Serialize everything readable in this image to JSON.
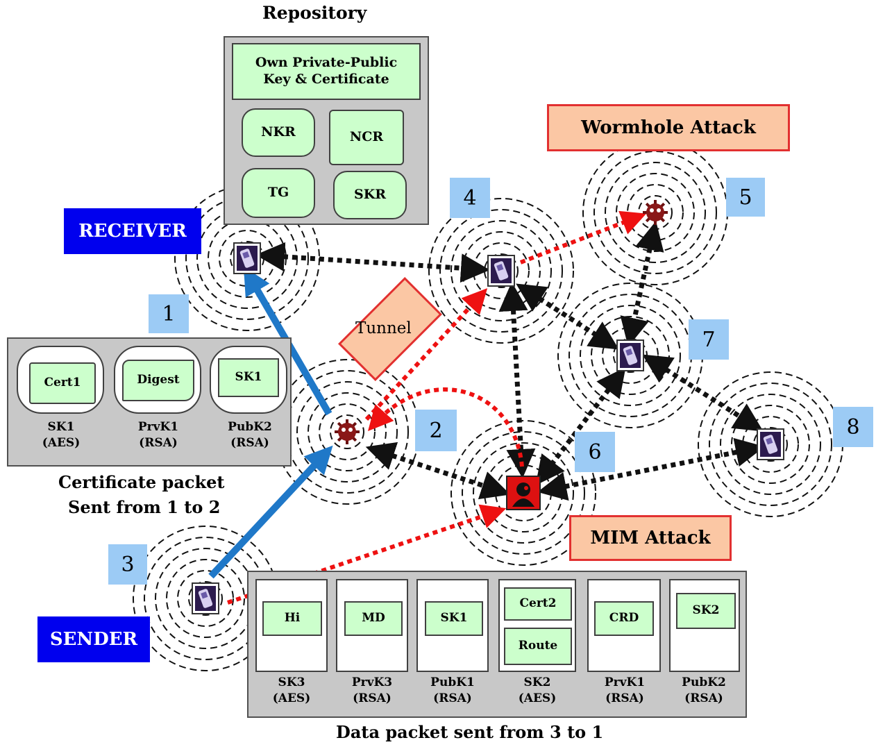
{
  "repository": {
    "title": "Repository",
    "own_key": "Own Private-Public\nKey & Certificate",
    "items": [
      "NKR",
      "NCR",
      "TG",
      "SKR"
    ]
  },
  "roles": {
    "receiver": "RECEIVER",
    "sender": "SENDER"
  },
  "nodes": [
    {
      "id": "1",
      "label": "1",
      "kind": "phone"
    },
    {
      "id": "2",
      "label": "2",
      "kind": "malicious"
    },
    {
      "id": "3",
      "label": "3",
      "kind": "phone"
    },
    {
      "id": "4",
      "label": "4",
      "kind": "phone"
    },
    {
      "id": "5",
      "label": "5",
      "kind": "malicious"
    },
    {
      "id": "6",
      "label": "6",
      "kind": "attacker"
    },
    {
      "id": "7",
      "label": "7",
      "kind": "phone"
    },
    {
      "id": "8",
      "label": "8",
      "kind": "phone"
    }
  ],
  "attacks": {
    "wormhole": "Wormhole Attack",
    "mim": "MIM Attack",
    "tunnel": "Tunnel"
  },
  "certificate_packet": {
    "caption_line1": "Certificate packet",
    "caption_line2": "Sent from 1 to 2",
    "items": [
      {
        "content": "Cert1",
        "encryption": "SK1\n(AES)"
      },
      {
        "content": "Digest",
        "encryption": "PrvK1\n(RSA)"
      },
      {
        "content": "SK1",
        "encryption": "PubK2\n(RSA)"
      }
    ]
  },
  "data_packet": {
    "caption": "Data packet sent from 3 to 1",
    "items": [
      {
        "content": [
          "Hi"
        ],
        "encryption": "SK3\n(AES)"
      },
      {
        "content": [
          "MD"
        ],
        "encryption": "PrvK3\n(RSA)"
      },
      {
        "content": [
          "SK1"
        ],
        "encryption": "PubK1\n(RSA)"
      },
      {
        "content": [
          "Cert2",
          "Route"
        ],
        "encryption": "SK2\n(AES)"
      },
      {
        "content": [
          "CRD"
        ],
        "encryption": "PrvK1\n(RSA)"
      },
      {
        "content": [
          "SK2"
        ],
        "encryption": "PubK2\n(RSA)"
      }
    ]
  },
  "colors": {
    "packet_fill": "#ccffcc",
    "panel_fill": "#c8c8c8",
    "role_fill": "#0000ee",
    "node_label_fill": "#9ccbf5",
    "attack_fill": "#fbc7a4",
    "attack_border": "#e23030",
    "blue_path": "#1f78c8",
    "red_path": "#ee1111",
    "black_path": "#111111"
  }
}
